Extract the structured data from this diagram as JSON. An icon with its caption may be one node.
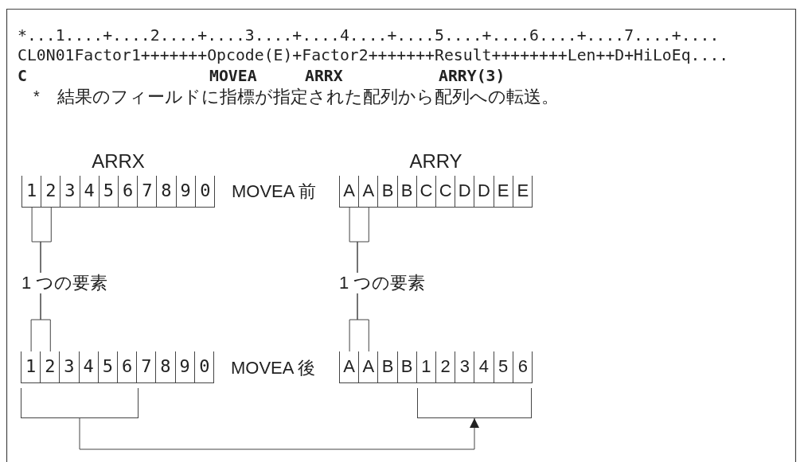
{
  "diagram": {
    "nodes": [
      {
        "text": [
          "ARRX"
        ]
      },
      {
        "text": [
          "1"
        ],
        "in": 0
      },
      {
        "text": [
          "2"
        ],
        "in": 0
      },
      {
        "text": [
          "3"
        ],
        "in": 0
      },
      {
        "text": [
          "4"
        ],
        "in": 0
      },
      {
        "text": [
          "5"
        ],
        "in": 0
      },
      {
        "text": [
          "6"
        ],
        "in": 0
      },
      {
        "text": [
          "7"
        ],
        "in": 0
      },
      {
        "text": [
          "8"
        ],
        "in": 0
      },
      {
        "text": [
          "9"
        ],
        "in": 0
      },
      {
        "text": [
          "0"
        ],
        "in": 0
      },
      {
        "text": [
          "ARRY"
        ]
      },
      {
        "text": [
          "A"
        ],
        "in": 11
      },
      {
        "text": [
          "A"
        ],
        "in": 11
      },
      {
        "text": [
          "B"
        ],
        "in": 11
      },
      {
        "text": [
          "B"
        ],
        "in": 11
      },
      {
        "text": [
          "C"
        ],
        "in": 11
      },
      {
        "text": [
          "C"
        ],
        "in": 11
      },
      {
        "text": [
          "D"
        ],
        "in": 11
      },
      {
        "text": [
          "D"
        ],
        "in": 11
      },
      {
        "text": [
          "E"
        ],
        "in": 11
      },
      {
        "text": [
          "E"
        ],
        "in": 11
      },
      {
        "text": [
          "1 つの要素"
        ]
      },
      {
        "text": [
          "1 つの要素"
        ]
      },
      {
        "text": [],
        "shape": "box"
      },
      {
        "text": [
          "1"
        ],
        "in": 24
      },
      {
        "text": [
          "2"
        ],
        "in": 24
      },
      {
        "text": [
          "3"
        ],
        "in": 24
      },
      {
        "text": [
          "4"
        ],
        "in": 24
      },
      {
        "text": [
          "5"
        ],
        "in": 24
      },
      {
        "text": [
          "6"
        ],
        "in": 24
      },
      {
        "text": [
          "7"
        ],
        "in": 24
      },
      {
        "text": [
          "8"
        ],
        "in": 24
      },
      {
        "text": [
          "9"
        ],
        "in": 24
      },
      {
        "text": [
          "0"
        ],
        "in": 24
      },
      {
        "text": [],
        "shape": "box"
      },
      {
        "text": [
          "A"
        ],
        "in": 35
      },
      {
        "text": [
          "A"
        ],
        "in": 35
      },
      {
        "text": [
          "B"
        ],
        "in": 35
      },
      {
        "text": [
          "B"
        ],
        "in": 35
      },
      {
        "text": [
          "1"
        ],
        "in": 35
      },
      {
        "text": [
          "2"
        ],
        "in": 35
      },
      {
        "text": [
          "3"
        ],
        "in": 35
      },
      {
        "text": [
          "4"
        ],
        "in": 35
      },
      {
        "text": [
          "5"
        ],
        "in": 35
      },
      {
        "text": [
          "6"
        ],
        "in": 35
      },
      {
        "text": [],
        "shape": "bracket"
      },
      {
        "text": [],
        "shape": "bracket"
      }
    ],
    "edges": [
      {
        "from": 22,
        "to": 1,
        "arrow": "none"
      },
      {
        "from": 22,
        "to": 2,
        "arrow": "none"
      },
      {
        "from": 22,
        "to": 25,
        "arrow": "none"
      },
      {
        "from": 22,
        "to": 26,
        "arrow": "none"
      },
      {
        "from": 23,
        "to": 12,
        "arrow": "none"
      },
      {
        "from": 23,
        "to": 13,
        "arrow": "none"
      },
      {
        "from": 23,
        "to": 36,
        "arrow": "none"
      },
      {
        "from": 23,
        "to": 37,
        "arrow": "none"
      },
      {
        "from": 46,
        "to": 47,
        "arrow": "to"
      }
    ],
    "labels": [
      "*...1....+....2....+....3....+....4....+....5....+....6....+....7....+....",
      "CL0N01Factor1+++++++Opcode(E)+Factor2+++++++Result++++++++Len++D+HiLoEq....",
      "C",
      "MOVEA",
      "ARRX",
      "ARRY(3)",
      "*",
      "結果のフィールドに指標が指定された配列から配列への転送。",
      "MOVEA 前",
      "MOVEA 後"
    ]
  }
}
